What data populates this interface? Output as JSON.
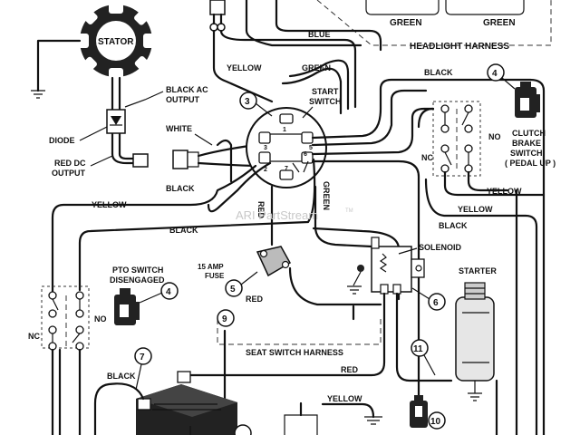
{
  "labels": {
    "stator": "STATOR",
    "black_ac_output": [
      "BLACK AC",
      "OUTPUT"
    ],
    "diode": "DIODE",
    "red_dc_output": [
      "RED DC",
      "OUTPUT"
    ],
    "white": "WHITE",
    "black_left": "BLACK",
    "yellow_left": "YELLOW",
    "yellow_top": "YELLOW",
    "green_top": "GREEN",
    "blue": "BLUE",
    "green_hl_left": "GREEN",
    "green_hl_right": "GREEN",
    "headlight_harness": "HEADLIGHT HARNESS",
    "start_switch": [
      "START",
      "SWITCH"
    ],
    "black_right": "BLACK",
    "clutch_brake_switch": [
      "CLUTCH",
      "BRAKE",
      "SWITCH",
      "( PEDAL UP )"
    ],
    "no_clutch": "NO",
    "nc_clutch": "NC",
    "yellow_right": "YELLOW",
    "yellow_right2": "YELLOW",
    "black_mid_right": "BLACK",
    "black_mid": "BLACK",
    "red_vertical": "RED",
    "green_vertical": "GREEN",
    "fuse": [
      "15 AMP",
      "FUSE"
    ],
    "red_fuse": "RED",
    "solenoid": "SOLENOID",
    "pto_switch": [
      "PTO SWITCH",
      "DISENGAGED"
    ],
    "nc_pto": "NC",
    "no_pto": "NO",
    "starter": "STARTER",
    "seat_switch_harness": "SEAT SWITCH HARNESS",
    "red_seat": "RED",
    "black_battery": "BLACK",
    "yellow_bottom": "YELLOW",
    "watermark": "ARI PartStream",
    "watermark_tm": "TM",
    "ss_terminals": {
      "t1": "1",
      "t2": "2",
      "t3": "3",
      "t5": "5",
      "t6": "6",
      "t7": "7"
    }
  },
  "callouts": {
    "c3": "3",
    "c4_clutch": "4",
    "c4_pto": "4",
    "c5": "5",
    "c6": "6",
    "c7": "7",
    "c9": "9",
    "c10": "10",
    "c11": "11"
  },
  "colors": {
    "ink": "#111111",
    "watermark": "#c8c8c8",
    "component_fill": "#222222"
  }
}
